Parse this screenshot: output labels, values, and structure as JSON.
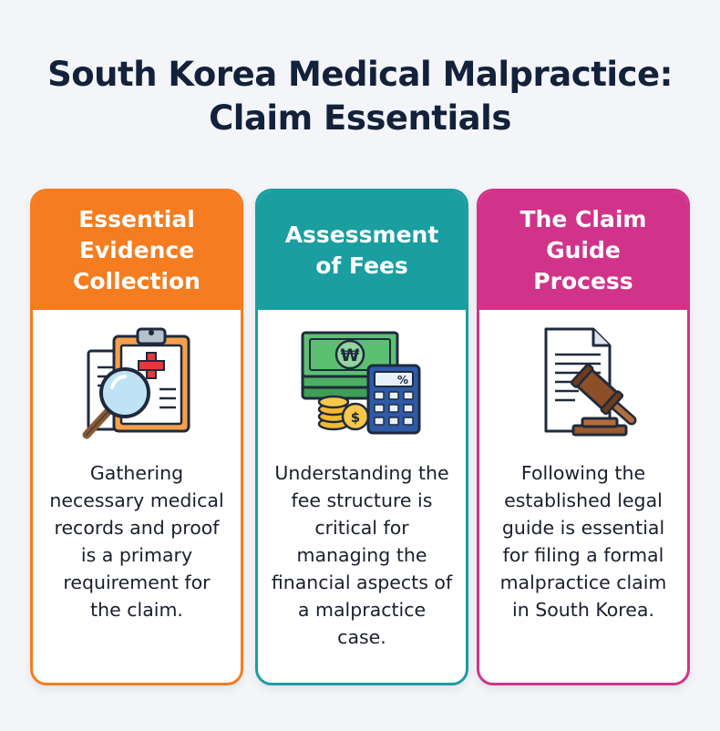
{
  "title": {
    "line1": "South Korea Medical Malpractice:",
    "line2": "Claim Essentials"
  },
  "colors": {
    "orange": "#f57c1f",
    "teal": "#1a9ea0",
    "magenta": "#d1338a",
    "title": "#14213a"
  },
  "cards": [
    {
      "heading": [
        "Essential",
        "Evidence",
        "Collection"
      ],
      "icon": "clipboard-magnifier-icon",
      "description": "Gathering necessary medical records and proof is a primary requirement for the claim."
    },
    {
      "heading": [
        "Assessment",
        "of Fees"
      ],
      "icon": "money-calculator-icon",
      "description": "Understanding the fee structure is critical for managing the financial aspects of a malpractice case."
    },
    {
      "heading": [
        "The Claim",
        "Guide",
        "Process"
      ],
      "icon": "document-gavel-icon",
      "description": "Following the established legal guide is essential for filing a formal malpractice claim in South Korea."
    }
  ],
  "icon_text": {
    "currency": "₩",
    "percent": "%",
    "dollar": "$"
  }
}
